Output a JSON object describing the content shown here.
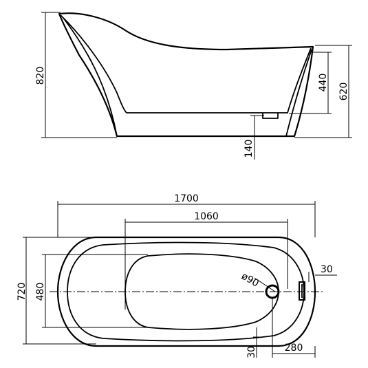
{
  "side_view": {
    "dimensions": {
      "overall_height": "820",
      "rim_height": "620",
      "water_depth": "440",
      "drain_height": "140"
    }
  },
  "top_view": {
    "dimensions": {
      "overall_length": "1700",
      "inner_length": "1060",
      "overall_width": "720",
      "inner_width": "480",
      "drain_diameter": "ø90",
      "overflow_offset": "30",
      "drain_offset_x": "280",
      "drain_offset_y": "30"
    }
  }
}
